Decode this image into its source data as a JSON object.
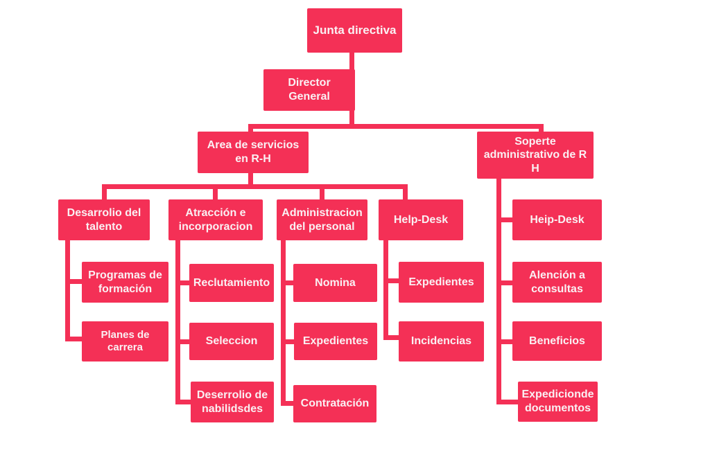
{
  "colors": {
    "node_fill": "#f43056",
    "node_text": "#faf0f3",
    "connector": "#f43056",
    "canvas": "#ffffff"
  },
  "org_chart": {
    "root": "Junta directiva",
    "director": "Director General",
    "branches": [
      {
        "label": "Area de servicios en R-H",
        "children": [
          {
            "label": "Desarrolio del talento",
            "children": [
              "Programas de formación",
              "Planes de carrera"
            ]
          },
          {
            "label": "Atracción e incorporacion",
            "children": [
              "Reclutamiento",
              "Seleccion",
              "Deserrolio de nabilidsdes"
            ]
          },
          {
            "label": "Administracion del personal",
            "children": [
              "Nomina",
              "Expedientes",
              "Contratación"
            ]
          },
          {
            "label": "Help-Desk",
            "children": [
              "Expedientes",
              "Incidencias"
            ]
          }
        ]
      },
      {
        "label": "Soperte administrativo de R H",
        "children": [
          "Heip-Desk",
          "Alención a consultas",
          "Beneficios",
          "Expedicionde documentos"
        ]
      }
    ]
  }
}
